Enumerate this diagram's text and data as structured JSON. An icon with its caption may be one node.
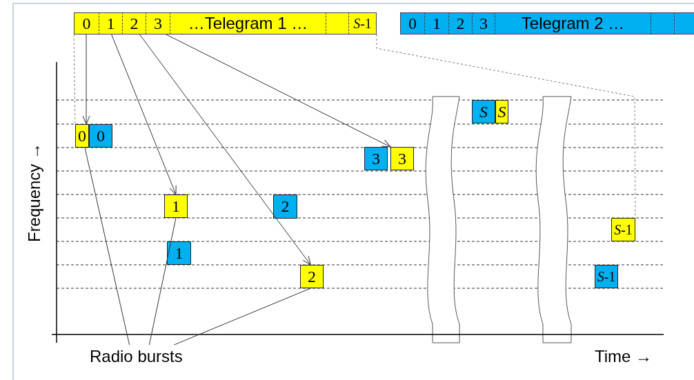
{
  "diagram": {
    "nodes": [
      {
        "text": [
          "0"
        ]
      },
      {
        "text": [
          "1"
        ]
      },
      {
        "text": [
          "2"
        ]
      },
      {
        "text": [
          "3"
        ]
      },
      {
        "text": [
          "…Telegram 1 …"
        ]
      },
      {
        "text": [],
        "shape": "box"
      },
      {
        "text": [
          "*S*-1"
        ]
      },
      {
        "text": [
          "0"
        ]
      },
      {
        "text": [
          "1"
        ]
      },
      {
        "text": [
          "2"
        ]
      },
      {
        "text": [
          "3"
        ]
      },
      {
        "text": [
          "Telegram 2 …"
        ]
      },
      {
        "text": [],
        "shape": "box"
      },
      {
        "text": [],
        "shape": "box"
      },
      {
        "text": [
          "0"
        ]
      },
      {
        "text": [
          "0"
        ]
      },
      {
        "text": [
          "3"
        ]
      },
      {
        "text": [
          "3"
        ]
      },
      {
        "text": [
          "1"
        ]
      },
      {
        "text": [
          "2"
        ]
      },
      {
        "text": [
          "1"
        ]
      },
      {
        "text": [
          "2"
        ]
      },
      {
        "text": [
          "S"
        ]
      },
      {
        "text": [
          "S"
        ]
      },
      {
        "text": [
          "*S*-1"
        ]
      },
      {
        "text": [
          "*S*-1"
        ]
      },
      {
        "text": [
          "Radio bursts"
        ]
      }
    ],
    "edges": [
      {
        "from": 0,
        "to": 14,
        "arrow": "to"
      },
      {
        "from": 1,
        "to": 18,
        "arrow": "to"
      },
      {
        "from": 2,
        "to": 21,
        "arrow": "to"
      },
      {
        "from": 3,
        "to": 17,
        "arrow": "to"
      },
      {
        "from": 0,
        "to": 14,
        "arrow": "none",
        "style": "dashed"
      },
      {
        "from": 6,
        "to": 24,
        "arrow": "none",
        "style": "dashed"
      },
      {
        "from": 26,
        "to": 14,
        "arrow": "none"
      },
      {
        "from": 26,
        "to": 18,
        "arrow": "none"
      },
      {
        "from": 26,
        "to": 21,
        "arrow": "none"
      }
    ],
    "labels": [
      "Frequency →",
      "Time →"
    ]
  }
}
